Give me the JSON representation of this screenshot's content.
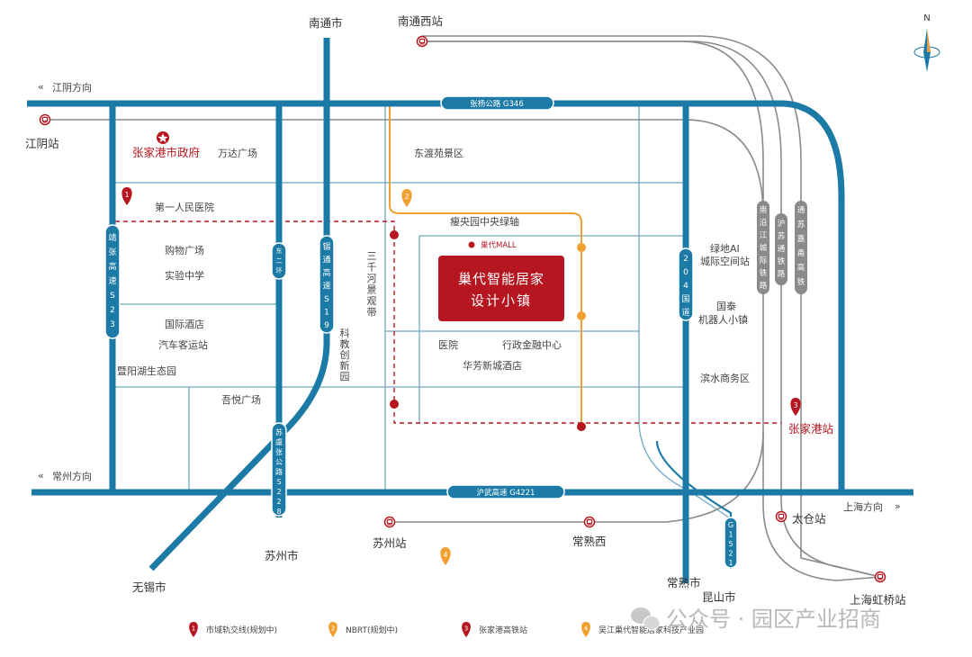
{
  "compass": {
    "north_label": "N"
  },
  "directions": {
    "jiangyin": "江阴方向",
    "changzhou": "常州方向",
    "shanghai": "上海方向"
  },
  "roads": {
    "zhangyang": "张杨公路  G346",
    "huwu": "沪武高速  G4221",
    "s23": [
      "靖",
      "张",
      "高",
      "速",
      "S",
      "2",
      "3"
    ],
    "s19": [
      "锡",
      "通",
      "高",
      "速",
      "S",
      "1",
      "9"
    ],
    "s228": [
      "苏",
      "虞",
      "张",
      "公",
      "路",
      "S",
      "2",
      "2",
      "8"
    ],
    "g204": [
      "2",
      "0",
      "4",
      "国",
      "道"
    ],
    "g1521": [
      "G",
      "1",
      "5",
      "2",
      "1"
    ],
    "east1": [
      "东",
      "二",
      "环"
    ]
  },
  "railways": {
    "yanjiang": [
      "南",
      "沿",
      "江",
      "城",
      "际",
      "铁",
      "路"
    ],
    "husu": [
      "沪",
      "苏",
      "通",
      "铁",
      "路"
    ],
    "tongsujia": [
      "通",
      "苏",
      "嘉",
      "甬",
      "高",
      "铁"
    ]
  },
  "cities": {
    "nantong": "南通市",
    "suzhou": "苏州市",
    "wuxi": "无锡市",
    "changshu": "常熟市",
    "kunshan": "昆山市"
  },
  "stations": {
    "nantong_west": "南通西站",
    "jiangyin": "江阴站",
    "suzhou": "苏州站",
    "changshu_west": "常熟西",
    "taicang": "太仓站",
    "hongqiao": "上海虹桥站",
    "zhangjiagang": "张家港站"
  },
  "places": {
    "gov": "张家港市政府",
    "wanda": "万达广场",
    "dongdu": "东渡苑景区",
    "hospital1": "第一人民医院",
    "shopping": "购物广场",
    "school": "实验中学",
    "hotel_intl": "国际酒店",
    "bus": "汽车客运站",
    "lake": "暨阳湖生态园",
    "wuyue": "吾悦广场",
    "sanqian": [
      "三",
      "千",
      "河",
      "景",
      "观",
      "带"
    ],
    "kejiao": [
      "科",
      "教",
      "创",
      "新",
      "园"
    ],
    "shouyang": "瘦央园中央绿轴",
    "mall": "巢代MALL",
    "hospital2": "医院",
    "admin": "行政金融中心",
    "huafang": "华芳新城酒店",
    "green_ai": [
      "绿地AI",
      "城际空间站"
    ],
    "guotai": [
      "国泰",
      "机器人小镇"
    ],
    "binshui": "滨水商务区"
  },
  "centerpiece": {
    "line1": "巢代智能居家",
    "line2": "设计小镇"
  },
  "markers": {
    "m1": "1",
    "m2": "2",
    "m3": "3",
    "m4": "4"
  },
  "legend": [
    {
      "num": "1",
      "label": "市域轨交线(规划中)",
      "color": "#b5161f"
    },
    {
      "num": "2",
      "label": "NBRT(规划中)",
      "color": "#f0a030"
    },
    {
      "num": "3",
      "label": "张家港高铁站",
      "color": "#b5161f"
    },
    {
      "num": "4",
      "label": "吴江巢代智能居家科技产业园",
      "color": "#f0a030"
    }
  ],
  "watermark": "公众号 · 园区产业招商",
  "colors": {
    "road": "#1c7aa6",
    "rail": "#8a8a8a",
    "brand_red": "#b5161f",
    "orange": "#f0a030",
    "thin_road": "#6fa8c4"
  }
}
